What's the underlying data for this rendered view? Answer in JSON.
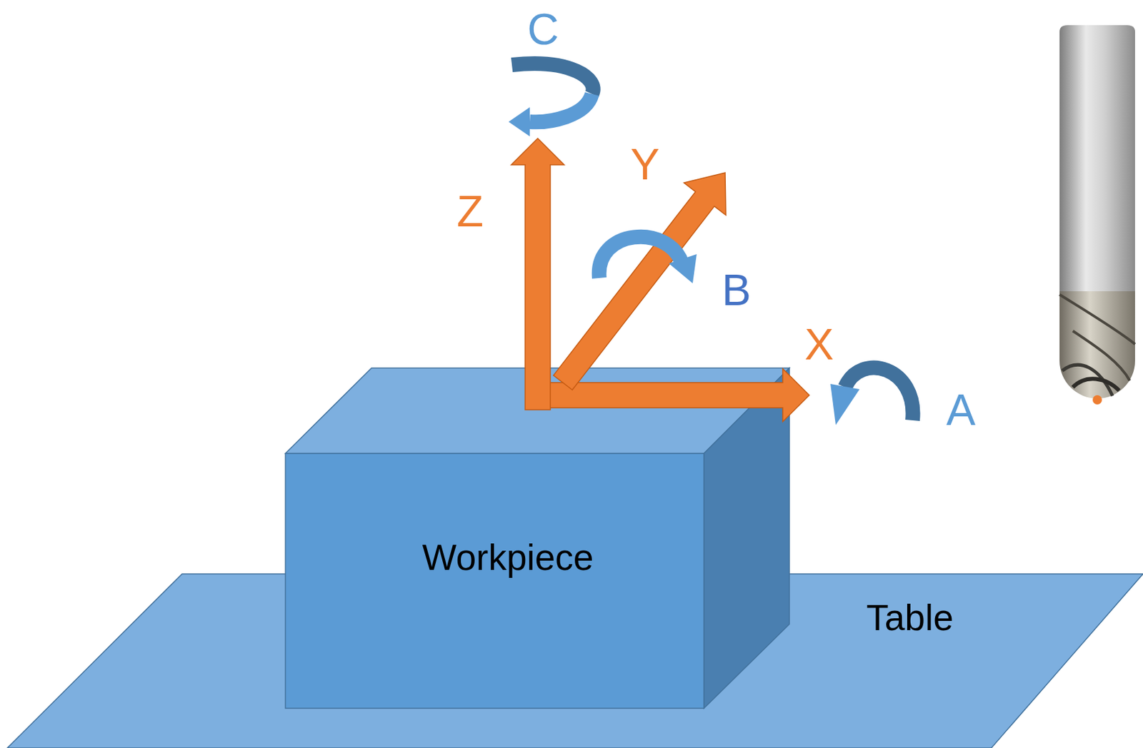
{
  "diagram": {
    "nodes": [
      {
        "text": [
          "Workpiece"
        ]
      },
      {
        "text": [
          "Table"
        ]
      }
    ],
    "labels": [
      "C",
      "Z",
      "Y",
      "B",
      "X",
      "A"
    ]
  }
}
